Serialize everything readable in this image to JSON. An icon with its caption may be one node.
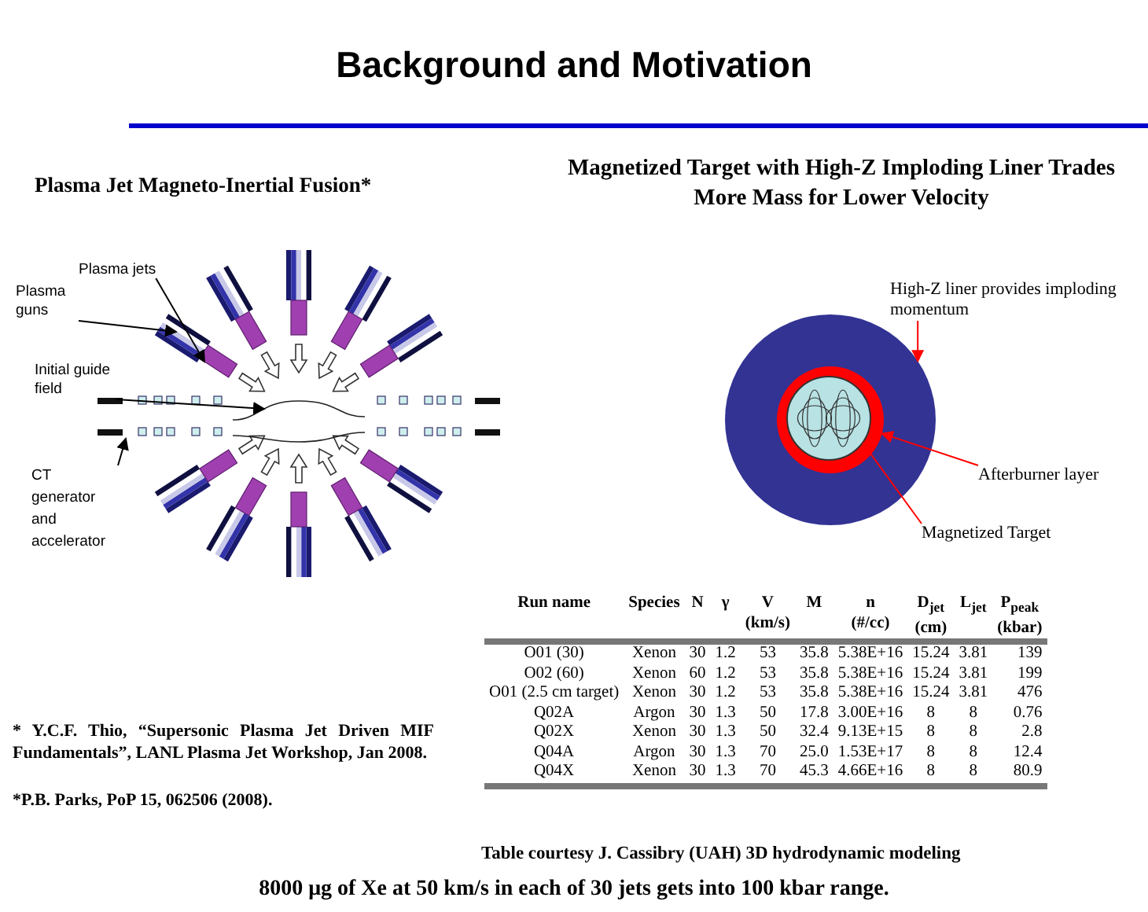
{
  "diagram": {
    "title": "Background and Motivation",
    "nodes": [
      {
        "text": [
          "Plasma jets"
        ]
      },
      {
        "text": [
          "Plasma guns"
        ]
      },
      {
        "text": [
          "Initial guide field"
        ]
      },
      {
        "text": [
          "CT generator and accelerator"
        ]
      },
      {
        "text": [
          "High-Z liner provides imploding momentum"
        ]
      },
      {
        "text": [],
        "shape": "circle"
      },
      {
        "text": [],
        "shape": "circle",
        "in": 5
      },
      {
        "text": [],
        "shape": "circle",
        "in": 6
      },
      {
        "text": [
          "Afterburner layer"
        ]
      },
      {
        "text": [
          "Magnetized Target"
        ]
      }
    ],
    "edges": [
      {
        "from": 0,
        "to": null,
        "arrow": "to"
      },
      {
        "from": 1,
        "to": null,
        "arrow": "to"
      },
      {
        "from": 2,
        "to": null,
        "arrow": "to"
      },
      {
        "from": 3,
        "to": null,
        "arrow": "to"
      },
      {
        "from": 4,
        "to": 5,
        "arrow": "to",
        "color": "#ff0000"
      },
      {
        "from": 8,
        "to": 6,
        "arrow": "to",
        "color": "#ff0000"
      },
      {
        "from": 9,
        "to": 7,
        "arrow": "to",
        "color": "#ff0000"
      }
    ],
    "labels": [
      "Plasma Jet Magneto-Inertial Fusion*",
      "Magnetized Target with High-Z Imploding Liner Trades More Mass for Lower Velocity",
      "Run name",
      "Species",
      "N",
      "γ",
      "V (km/s)",
      "M",
      "n (#/cc)",
      "D$_{jet}$ (cm)",
      "L$_{jet}$",
      "P$_{peak}$ (kbar)",
      "O01 (30)",
      "Xenon",
      "30",
      "1.2",
      "53",
      "35.8",
      "5.38E+16",
      "15.24",
      "3.81",
      "139",
      "O02 (60)",
      "Xenon",
      "60",
      "1.2",
      "53",
      "35.8",
      "5.38E+16",
      "15.24",
      "3.81",
      "199",
      "O01 (2.5 cm target)",
      "Xenon",
      "30",
      "1.2",
      "53",
      "35.8",
      "5.38E+16",
      "15.24",
      "3.81",
      "476",
      "Q02A",
      "Argon",
      "30",
      "1.3",
      "50",
      "17.8",
      "3.00E+16",
      "8",
      "8",
      "0.76",
      "Q02X",
      "Xenon",
      "30",
      "1.3",
      "50",
      "32.4",
      "9.13E+15",
      "8",
      "8",
      "2.8",
      "Q04A",
      "Argon",
      "30",
      "1.3",
      "70",
      "25.0",
      "1.53E+17",
      "8",
      "8",
      "12.4",
      "Q04X",
      "Xenon",
      "30",
      "1.3",
      "70",
      "45.3",
      "4.66E+16",
      "8",
      "8",
      "80.9",
      "Table courtesy J. Cassibry (UAH) 3D hydrodynamic modeling",
      "* Y.C.F. Thio, “Supersonic Plasma Jet Driven MIF Fundamentals”, LANL Plasma Jet Workshop, Jan 2008.",
      "*P.B. Parks, PoP 15, 062506 (2008).",
      "8000 μg of Xe at 50 km/s in each of 30 jets gets into 100 kbar range."
    ]
  }
}
